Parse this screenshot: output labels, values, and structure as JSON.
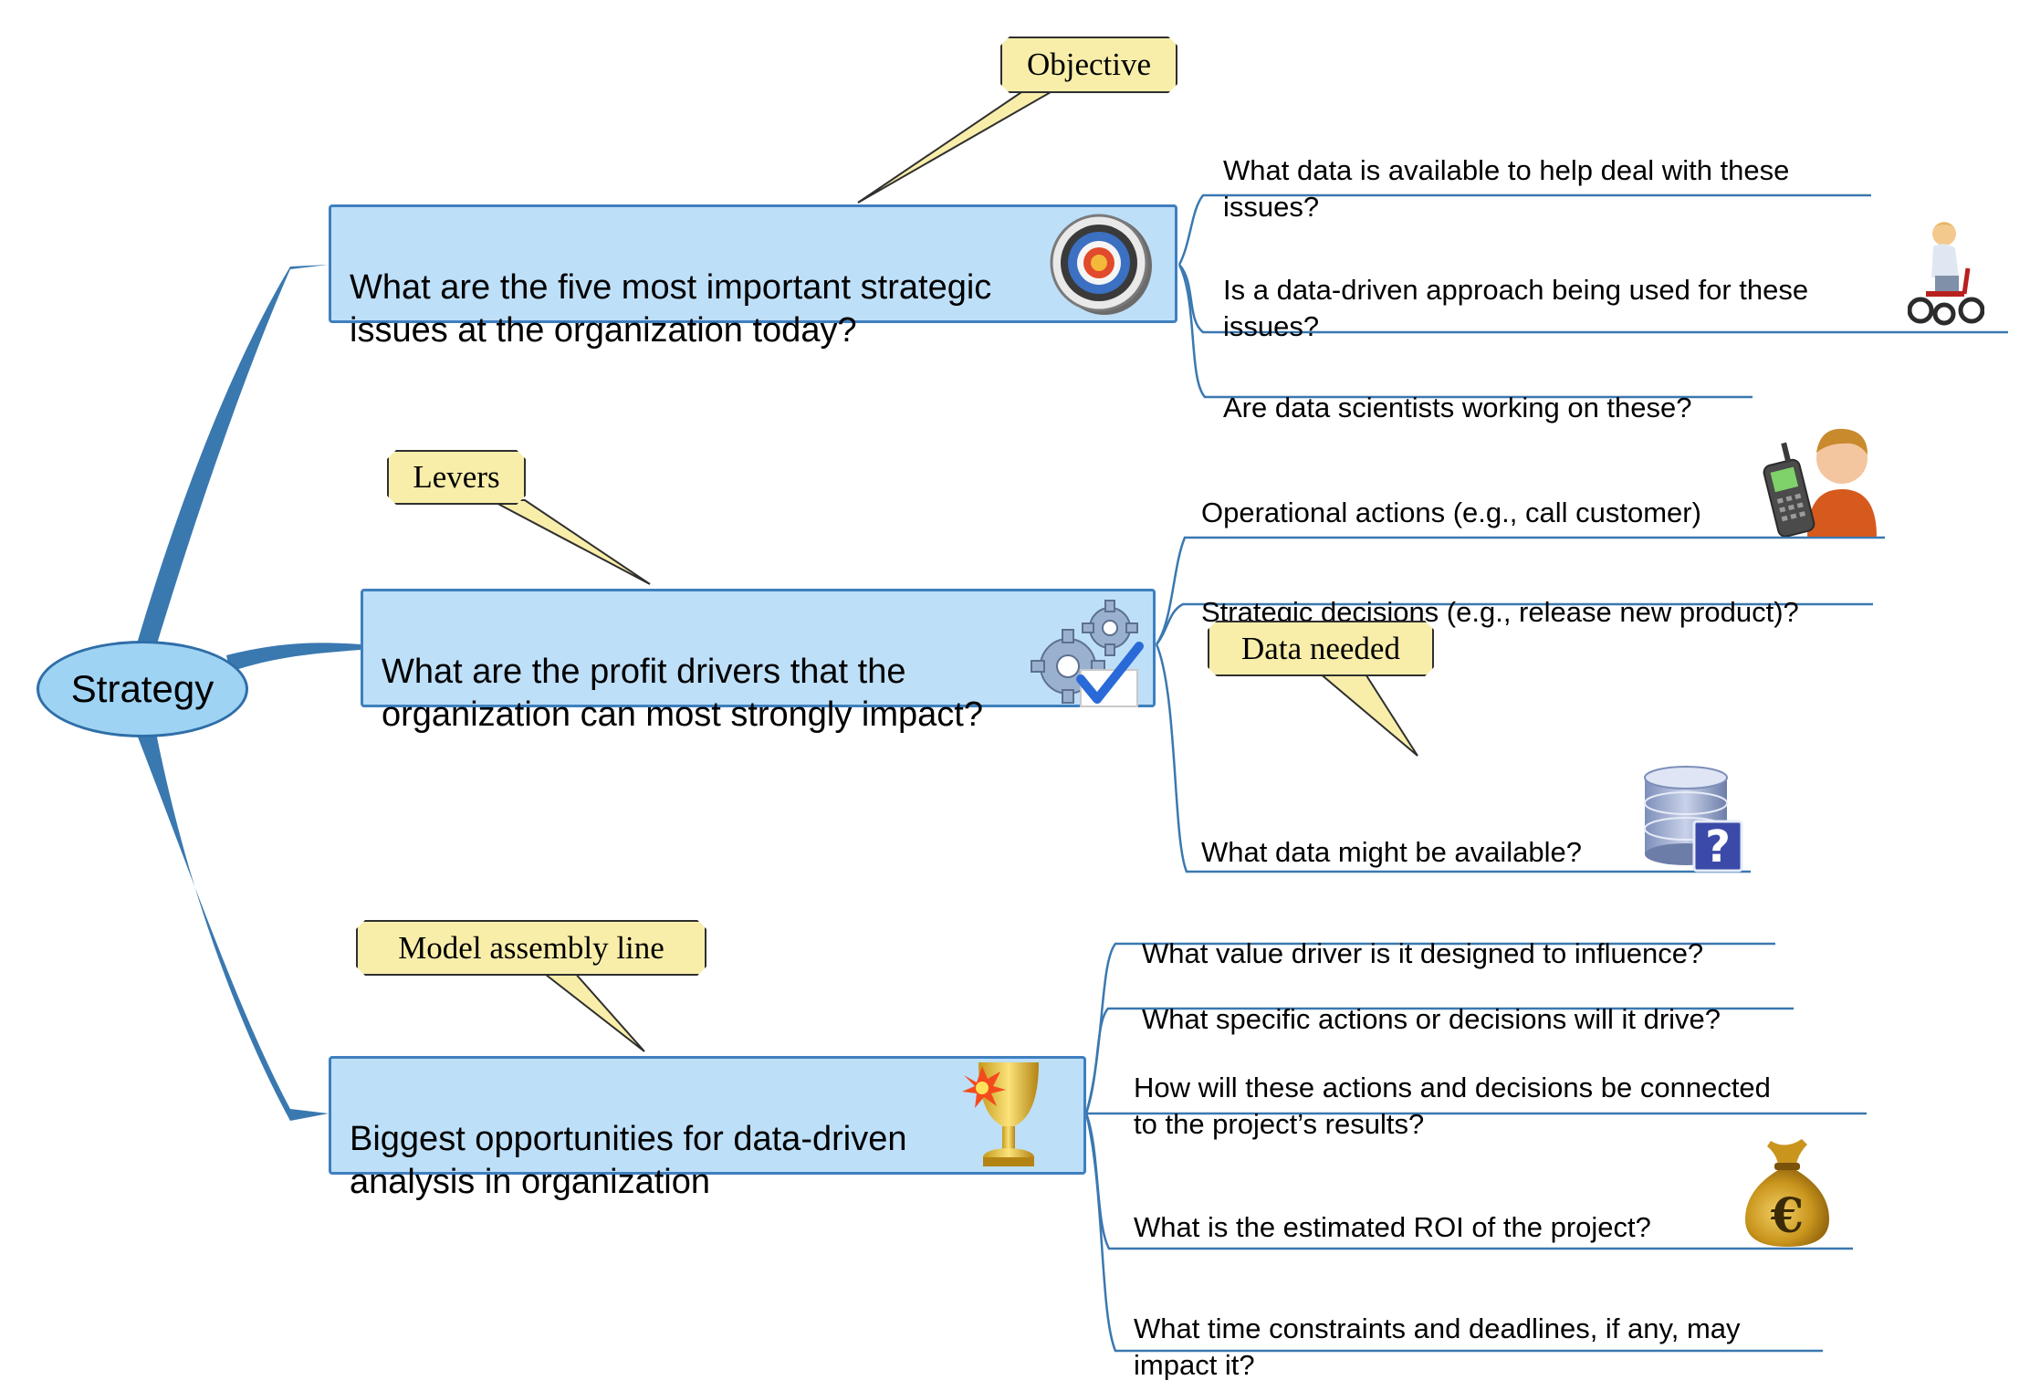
{
  "root": {
    "label": "Strategy"
  },
  "topics": [
    {
      "text": "What are the five most important strategic\nissues at the organization today?",
      "callout": "Objective",
      "icon": "target-icon",
      "subs": [
        "What data is available to help deal with these\nissues?",
        "Is a data-driven approach being used for these\nissues?",
        "Are data scientists working on these?"
      ]
    },
    {
      "text": "What are the profit drivers that the\norganization can most strongly impact?",
      "callout": "Levers",
      "icon": "gears-check-icon",
      "subs": [
        "Operational actions (e.g., call customer)",
        "Strategic decisions (e.g., release new product)?",
        "What data might be available?"
      ],
      "sub_callout": "Data needed"
    },
    {
      "text": "Biggest opportunities for data-driven\nanalysis in organization",
      "callout": "Model assembly line",
      "icon": "trophy-icon",
      "subs": [
        "What value driver is it designed to influence?",
        "What specific actions or decisions will it drive?",
        " How will these actions and decisions be connected\nto the project’s results?",
        "What is the estimated ROI of the project?",
        "What time constraints and deadlines, if any, may\nimpact it?"
      ]
    }
  ],
  "icons": {
    "sub_icons": [
      "child-tricycle-icon",
      "person-phone-icon",
      "database-question-icon",
      "euro-money-bag-icon"
    ]
  },
  "colors": {
    "root_fill": "#9ed3f3",
    "topic_fill": "#bedff8",
    "topic_border": "#3f7fbf",
    "branch": "#3a78b0",
    "callout_fill": "#f8eeaa"
  }
}
